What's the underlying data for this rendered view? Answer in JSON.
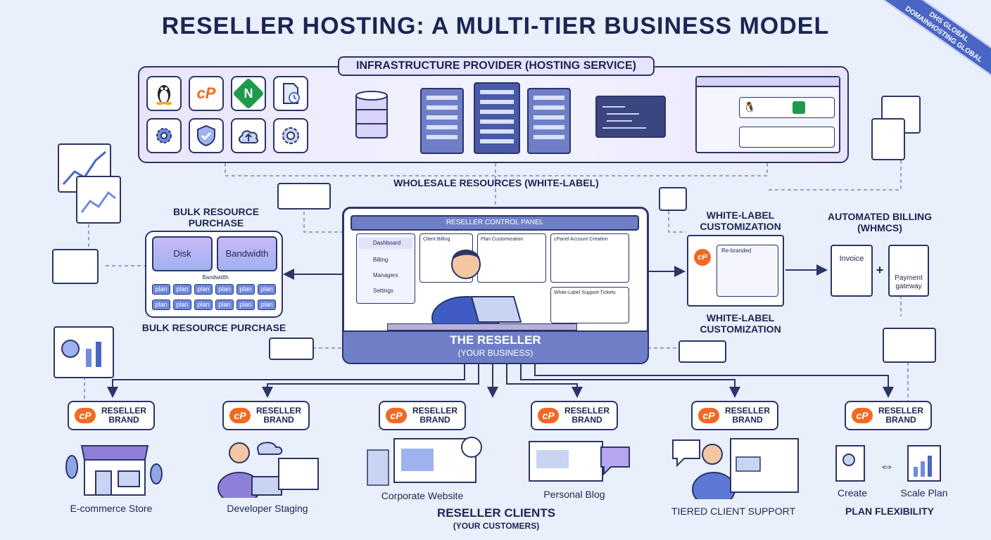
{
  "title": "RESELLER HOSTING: A MULTI-TIER BUSINESS MODEL",
  "watermark": {
    "line1": "DHS GLOBAL",
    "line2": "DOMAINHOSTING GLOBAL"
  },
  "infrastructure": {
    "label": "INFRASTRUCTURE PROVIDER (HOSTING SERVICE)",
    "tiles": [
      {
        "icon": "linux-icon"
      },
      {
        "icon": "cpanel-icon",
        "text": "cP"
      },
      {
        "icon": "nginx-icon",
        "text": "N"
      },
      {
        "icon": "backup-file-icon"
      },
      {
        "icon": "gear-icon"
      },
      {
        "icon": "shield-check-icon"
      },
      {
        "icon": "cloud-upload-icon"
      },
      {
        "icon": "settings-icon"
      }
    ]
  },
  "wholesale_label": "WHOLESALE RESOURCES (WHITE-LABEL)",
  "bulk": {
    "heading": "BULK RESOURCE\nPURCHASE",
    "disk": "Disk",
    "bandwidth": "Bandwidth",
    "bandwidth_small": "Bandwidth",
    "plan_label": "plan",
    "footer": "BULK RESOURCE PURCHASE"
  },
  "control_panel": {
    "title": "RESELLER CONTROL PANEL",
    "nav": [
      "Dashboard",
      "Billing",
      "Managers",
      "Settings"
    ],
    "cards": [
      "Client Billing",
      "Plan Customization",
      "cPanel Account Creation",
      "White-Label Support Tickets"
    ],
    "reseller": "THE RESELLER",
    "reseller_sub": "(YOUR BUSINESS)"
  },
  "whitelabel": {
    "heading": "WHITE-LABEL\nCUSTOMIZATION",
    "rebranded": "Re-branded",
    "footer": "WHITE-LABEL\nCUSTOMIZATION"
  },
  "billing": {
    "heading": "AUTOMATED BILLING\n(WHMCS)",
    "invoice": "Invoice",
    "plus": "+",
    "gateway": "Payment\ngateway"
  },
  "brand_text": "RESELLER\nBRAND",
  "brand_logo": "cP",
  "customers": [
    "E-commerce Store",
    "Developer Staging",
    "Corporate Website",
    "Personal Blog",
    "TIERED CLIENT SUPPORT",
    "PLAN FLEXIBILITY"
  ],
  "plan_flex": {
    "create": "Create",
    "scale": "Scale Plan"
  },
  "clients_label": "RESELLER CLIENTS",
  "clients_sub": "(YOUR CUSTOMERS)",
  "colors": {
    "navy": "#2b3566",
    "accent": "#4a66c4",
    "orange": "#f06a23",
    "lavender": "#d9d3fa",
    "nginx_green": "#1e9a4a"
  }
}
